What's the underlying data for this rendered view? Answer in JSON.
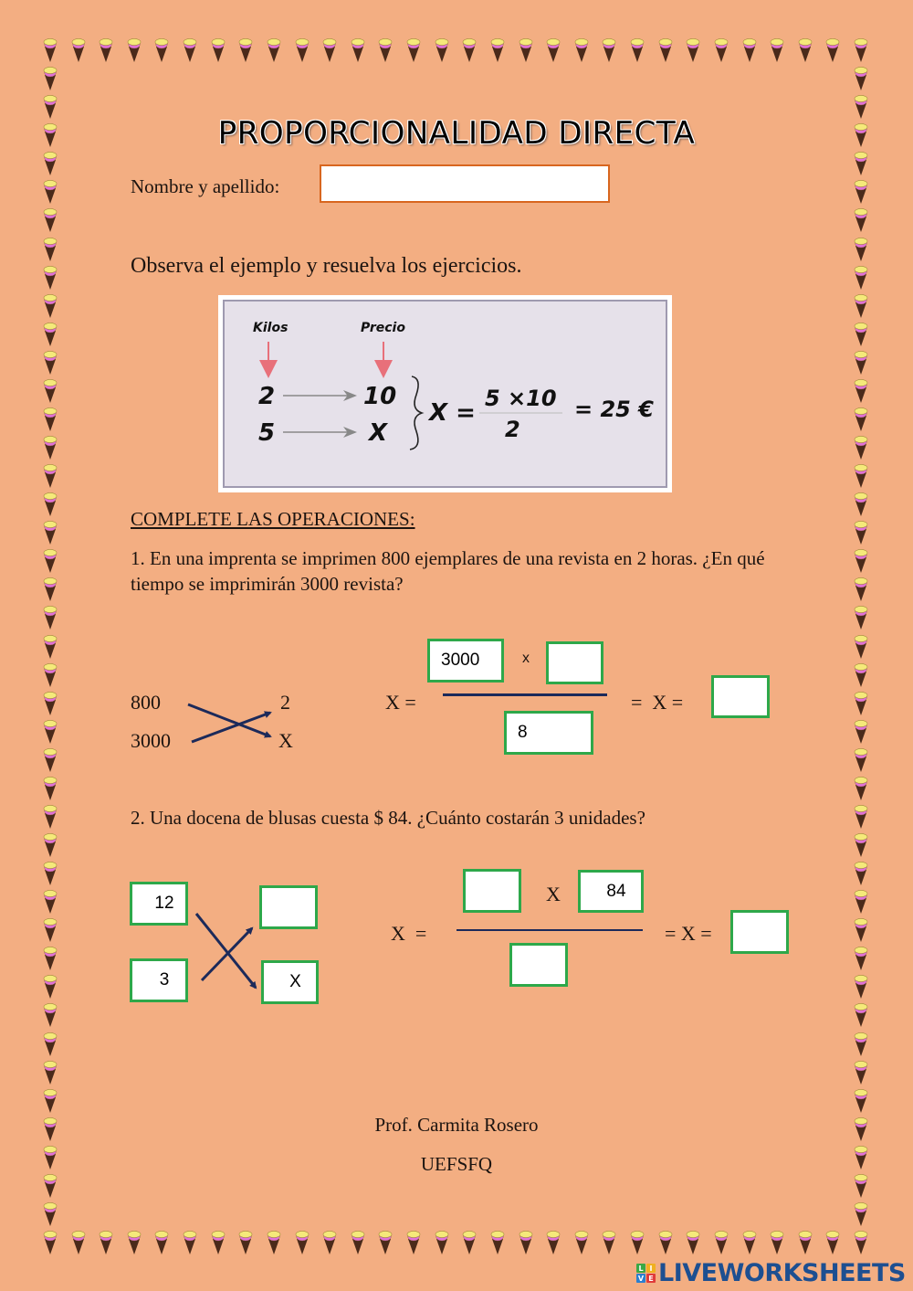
{
  "title": "PROPORCIONALIDAD  DIRECTA",
  "name_field": {
    "label": "Nombre y apellido:",
    "value": "",
    "placeholder": ""
  },
  "instruction": "Observa el ejemplo y resuelva los ejercicios.",
  "example": {
    "col1_label": "Kilos",
    "col2_label": "Precio",
    "row1": {
      "a": "2",
      "b": "10"
    },
    "row2": {
      "a": "5",
      "b": "X"
    },
    "formula_lhs": "X =",
    "numerator": "5 ×10",
    "denominator": "2",
    "result": "= 25 €"
  },
  "section_heading": "COMPLETE LAS OPERACIONES:",
  "exercise1": {
    "question": "1. En una imprenta se imprimen 800 ejemplares de una revista en 2 horas. ¿En qué tiempo se imprimirán 3000 revista?",
    "left_top": "800",
    "left_bottom": "3000",
    "right_top": "2",
    "right_bottom": "X",
    "formula_lhs": "X =",
    "numerator_box1": "3000",
    "times": "x",
    "numerator_box2": "",
    "denominator_box": "8",
    "equals": "=  X =",
    "result_box": ""
  },
  "exercise2": {
    "question": "2. Una docena de blusas cuesta $ 84. ¿Cuánto costarán 3 unidades?",
    "left_top_box": "12",
    "left_bottom_box": "3",
    "right_top_box": "",
    "right_bottom_box": "X",
    "formula_lhs": "X  =",
    "numerator_box1": "",
    "times": "X",
    "numerator_box2": "84",
    "denominator_box": "",
    "equals": "= X =",
    "result_box": ""
  },
  "footer": {
    "author": "Prof. Carmita Rosero",
    "institution": "UEFSFQ"
  },
  "branding": {
    "logo_letters": [
      "L",
      "I",
      "V",
      "E"
    ],
    "logo_colors": [
      "#3aa845",
      "#f0b020",
      "#2a7fd0",
      "#e03a3a"
    ],
    "logo_text": "LIVEWORKSHEETS",
    "logo_text_color": "#1d4f91"
  },
  "colors": {
    "background": "#f3ae82",
    "answer_box_border": "#2ea84a",
    "name_box_border": "#d8661f",
    "arrow_color": "#1c2a5a",
    "cone_top": "#f5e97a",
    "cone_scoop": "#e070d8",
    "cone_wafer": "#4a2a1a"
  }
}
